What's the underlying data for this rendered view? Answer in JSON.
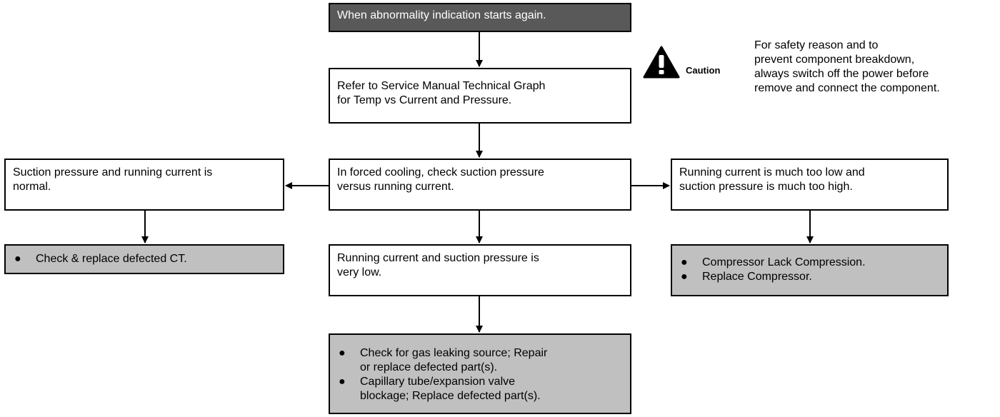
{
  "start": {
    "text": "When abnormality indication starts again."
  },
  "refer": {
    "lines": [
      "Refer to Service Manual Technical Graph",
      "for Temp vs Current and Pressure."
    ]
  },
  "forced": {
    "lines": [
      "In forced cooling, check suction pressure",
      "versus running current."
    ]
  },
  "left_case": {
    "lines": [
      "Suction pressure and running current is",
      "normal."
    ]
  },
  "right_case": {
    "lines": [
      "Running current is much too low and",
      "suction pressure is much too high."
    ]
  },
  "left_action": {
    "items": [
      {
        "lines": [
          "Check & replace defected CT."
        ]
      }
    ]
  },
  "middle_case": {
    "lines": [
      "Running current and suction pressure is",
      "very low."
    ]
  },
  "right_action": {
    "items": [
      {
        "lines": [
          "Compressor Lack Compression."
        ]
      },
      {
        "lines": [
          "Replace Compressor."
        ]
      }
    ]
  },
  "middle_action": {
    "items": [
      {
        "lines": [
          "Check for gas leaking source; Repair",
          "or replace defected part(s)."
        ]
      },
      {
        "lines": [
          "Capillary tube/expansion valve",
          "blockage; Replace defected part(s)."
        ]
      }
    ]
  },
  "bullet_symbol": "●",
  "caution": {
    "label": "Caution",
    "icon": "warning-triangle-icon",
    "text_lines": [
      "For safety reason and to",
      "prevent component breakdown,",
      "always switch off the power before",
      "remove and connect the component."
    ]
  },
  "colors": {
    "start_fill": "#595959",
    "action_fill": "#c0c0c0",
    "box_fill": "#ffffff"
  }
}
